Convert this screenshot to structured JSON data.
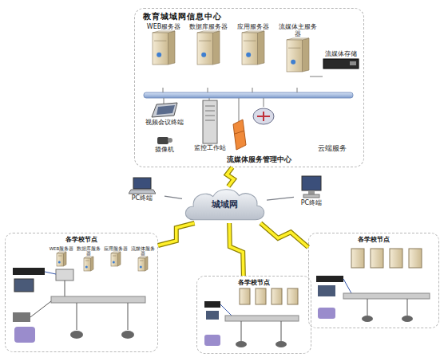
{
  "diagram": {
    "nodes": [
      {
        "text": [
          "教育城域网信息中心"
        ]
      },
      {
        "text": [
          "WEB服务器"
        ],
        "in": 0
      },
      {
        "text": [
          "数据库服务器"
        ],
        "in": 0
      },
      {
        "text": [
          "应用服务器"
        ],
        "in": 0
      },
      {
        "text": [
          "流媒体主服务器"
        ],
        "in": 0
      },
      {
        "text": [
          "流媒体存储"
        ],
        "in": 0
      },
      {
        "text": [
          "视频会议终端"
        ],
        "in": 0
      },
      {
        "text": [
          "摄像机"
        ],
        "in": 0
      },
      {
        "text": [
          "监控工作站"
        ],
        "in": 0
      },
      {
        "text": [
          "城域网"
        ]
      },
      {
        "text": [
          "PC终端"
        ]
      },
      {
        "text": [
          "PC终端"
        ]
      },
      {
        "text": [
          "各学校节点"
        ]
      },
      {
        "text": [
          "WEB服务器"
        ],
        "in": 12
      },
      {
        "text": [
          "数据库服务器"
        ],
        "in": 12
      },
      {
        "text": [
          "应用服务器"
        ],
        "in": 12
      },
      {
        "text": [
          "流媒体服务器"
        ],
        "in": 12
      },
      {
        "text": [
          "各学校节点"
        ]
      },
      {
        "text": [
          "各学校节点"
        ]
      }
    ],
    "edges": [
      {
        "from": 0,
        "to": 9,
        "arrow": "none"
      },
      {
        "from": 10,
        "to": 9,
        "arrow": "none"
      },
      {
        "from": 11,
        "to": 9,
        "arrow": "none"
      },
      {
        "from": 9,
        "to": 12,
        "arrow": "none"
      },
      {
        "from": 9,
        "to": 17,
        "arrow": "none"
      },
      {
        "from": 9,
        "to": 18,
        "arrow": "none"
      }
    ],
    "labels": [
      "云端服务",
      "流媒体服务管理中心"
    ]
  }
}
